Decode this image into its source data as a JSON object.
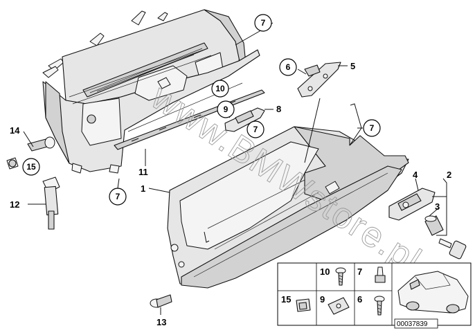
{
  "watermark": "www.BMWstore.pl",
  "diagram_code": "00037839",
  "callouts": {
    "c1": "1",
    "c2": "2",
    "c3": "3",
    "c4": "4",
    "c5": "5",
    "c6": "6",
    "c7a": "7",
    "c7b": "7",
    "c7c": "7",
    "c7d": "7",
    "c8": "8",
    "c9": "9",
    "c10": "10",
    "c11": "11",
    "c12": "12",
    "c13": "13",
    "c14": "14",
    "c15": "15"
  },
  "hardware_legend": {
    "item10": "10",
    "item7": "7",
    "item15": "15",
    "item9": "9",
    "item6": "6"
  }
}
